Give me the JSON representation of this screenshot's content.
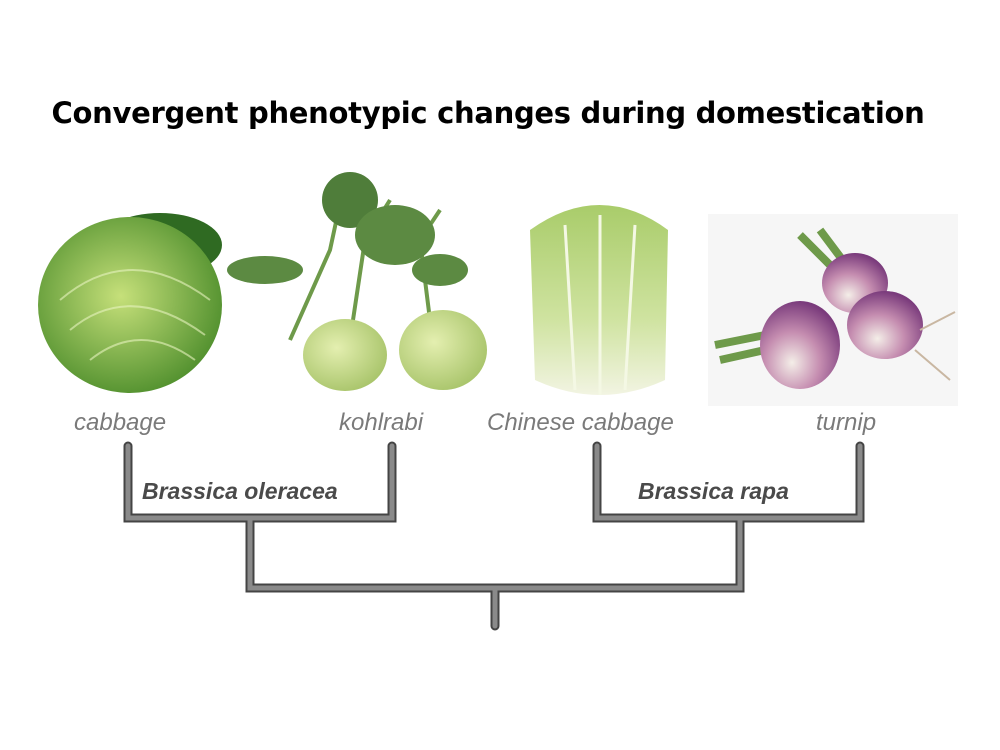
{
  "title": "Convergent phenotypic changes during domestication",
  "crops": [
    {
      "name": "cabbage",
      "icon": "cabbage-image"
    },
    {
      "name": "kohlrabi",
      "icon": "kohlrabi-image"
    },
    {
      "name": "Chinese cabbage",
      "icon": "chinese-cabbage-image"
    },
    {
      "name": "turnip",
      "icon": "turnip-image"
    }
  ],
  "species": [
    "Brassica oleracea",
    "Brassica rapa"
  ],
  "colors": {
    "branch_fill": "#8a8a8a",
    "branch_outline": "#444444",
    "label": "#7a7a7a"
  }
}
